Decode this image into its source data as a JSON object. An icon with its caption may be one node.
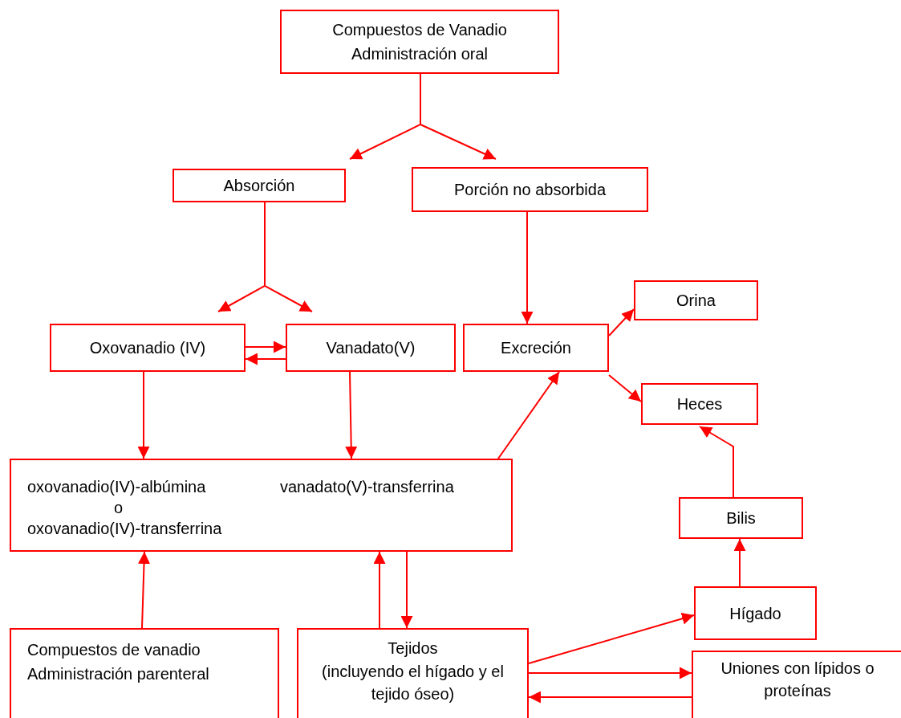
{
  "diagram": {
    "nodes": [
      {
        "text": [
          "Compuestos de Vanadio",
          "Administración oral"
        ]
      },
      {
        "text": [
          "Absorción"
        ]
      },
      {
        "text": [
          "Porción no absorbida"
        ]
      },
      {
        "text": [
          "Oxovanadio (IV)"
        ]
      },
      {
        "text": [
          "Vanadato(V)"
        ]
      },
      {
        "text": [
          "Excreción"
        ]
      },
      {
        "text": [
          "Orina"
        ]
      },
      {
        "text": [
          "Heces"
        ]
      },
      {
        "text": [
          "oxovanadio(IV)-albúmina",
          "o",
          "oxovanadio(IV)-transferrina",
          "vanadato(V)-transferrina"
        ]
      },
      {
        "text": [
          "Bilis"
        ]
      },
      {
        "text": [
          "Compuestos de vanadio",
          "Administración parenteral"
        ]
      },
      {
        "text": [
          "Tejidos",
          "(incluyendo el hígado y el tejido óseo)"
        ]
      },
      {
        "text": [
          "Hígado"
        ]
      },
      {
        "text": [
          "Uniones con lípidos o proteínas"
        ]
      }
    ],
    "edges": [
      {
        "from": 0,
        "to": 1,
        "arrow": "to"
      },
      {
        "from": 0,
        "to": 2,
        "arrow": "to"
      },
      {
        "from": 1,
        "to": 3,
        "arrow": "to"
      },
      {
        "from": 1,
        "to": 4,
        "arrow": "to"
      },
      {
        "from": 2,
        "to": 5,
        "arrow": "to"
      },
      {
        "from": 3,
        "to": 4,
        "arrow": "to"
      },
      {
        "from": 4,
        "to": 3,
        "arrow": "to"
      },
      {
        "from": 5,
        "to": 6,
        "arrow": "to"
      },
      {
        "from": 5,
        "to": 7,
        "arrow": "to"
      },
      {
        "from": 3,
        "to": 8,
        "arrow": "to"
      },
      {
        "from": 4,
        "to": 8,
        "arrow": "to"
      },
      {
        "from": 8,
        "to": 5,
        "arrow": "to"
      },
      {
        "from": 10,
        "to": 8,
        "arrow": "to"
      },
      {
        "from": 11,
        "to": 8,
        "arrow": "to"
      },
      {
        "from": 8,
        "to": 11,
        "arrow": "to"
      },
      {
        "from": 11,
        "to": 12,
        "arrow": "to"
      },
      {
        "from": 11,
        "to": 13,
        "arrow": "to"
      },
      {
        "from": 13,
        "to": 11,
        "arrow": "to"
      },
      {
        "from": 12,
        "to": 9,
        "arrow": "to"
      },
      {
        "from": 9,
        "to": 7,
        "arrow": "to"
      }
    ]
  }
}
